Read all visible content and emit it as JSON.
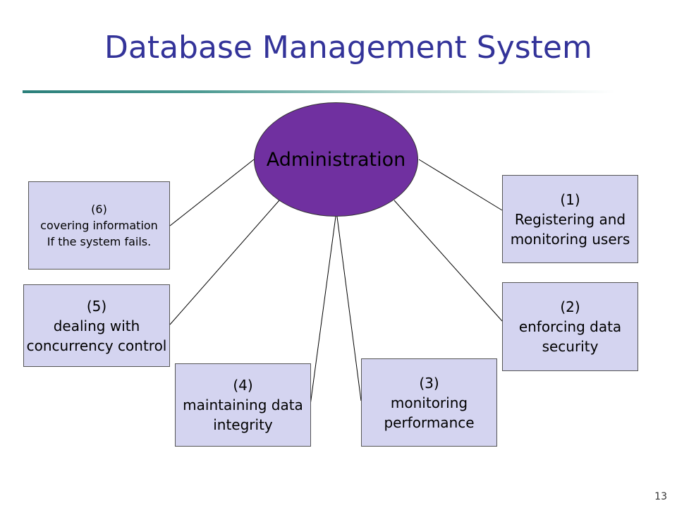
{
  "slide": {
    "title": "Database Management System",
    "page_number": "13"
  },
  "diagram": {
    "hub_label": "Administration",
    "boxes": [
      {
        "number": "(1)",
        "lines": [
          "Registering and",
          "monitoring users"
        ]
      },
      {
        "number": "(2)",
        "lines": [
          "enforcing data",
          "security"
        ]
      },
      {
        "number": "(3)",
        "lines": [
          "monitoring",
          "performance"
        ]
      },
      {
        "number": "(4)",
        "lines": [
          "maintaining data",
          "integrity"
        ]
      },
      {
        "number": "(5)",
        "lines": [
          "dealing with",
          "concurrency control"
        ]
      },
      {
        "number": "(6)",
        "lines": [
          "covering information",
          "If the system  fails."
        ]
      }
    ]
  },
  "colors": {
    "title": "#333399",
    "hub_fill": "#7030a0",
    "box_fill": "#d4d4f0"
  }
}
